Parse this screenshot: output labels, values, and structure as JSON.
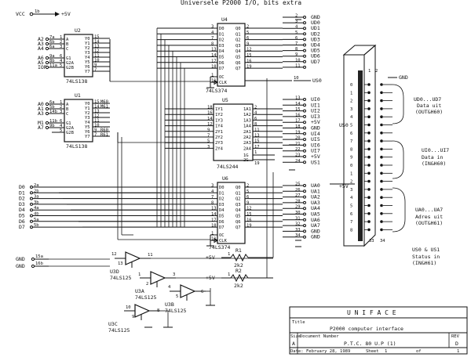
{
  "top_banner": "Universele P2000 I/O, bits extra",
  "power": {
    "vcc": "VCC",
    "pin": "1b",
    "plus5": "+5V"
  },
  "u2": {
    "name": "U2",
    "part": "74LS138",
    "left_pins": [
      {
        "sig": "A2",
        "pin": "7a",
        "in": "A"
      },
      {
        "sig": "A3",
        "pin": "6b",
        "in": "B"
      },
      {
        "sig": "A4",
        "pin": "6a",
        "in": "C"
      },
      {
        "sig": "A6",
        "pin": "9a",
        "in": "G1"
      },
      {
        "sig": "A5",
        "pin": "8b",
        "in": "G2A"
      },
      {
        "sig": "IOR",
        "pin": "11a",
        "in": "G2B"
      }
    ],
    "pin_nums": [
      "1",
      "2",
      "3",
      "6",
      "4",
      "5"
    ],
    "outputs": [
      "Y0",
      "Y1",
      "Y2",
      "Y3",
      "Y4",
      "Y5",
      "Y6",
      "Y7"
    ],
    "out_pins": [
      "15",
      "14",
      "13",
      "12",
      "11",
      "10",
      "9",
      "7"
    ]
  },
  "u1": {
    "name": "U1",
    "part": "74LS138",
    "left_pins": [
      {
        "sig": "A0",
        "pin": "6a",
        "in": "A"
      },
      {
        "sig": "A1",
        "pin": "5b",
        "in": "B"
      },
      {
        "sig": "A3",
        "pin": "14b",
        "in": "C"
      },
      {
        "sig": "M1",
        "pin": "11b",
        "in": "G1"
      },
      {
        "sig": "A7",
        "pin": "9b",
        "in": "G2A"
      },
      {
        "sig": "",
        "pin": "",
        "in": "G2B"
      }
    ],
    "pin_nums": [
      "1",
      "2",
      "3",
      "6",
      "4",
      "5"
    ],
    "outputs": [
      "Y0",
      "Y1",
      "Y2",
      "Y3",
      "Y4",
      "Y5",
      "Y6",
      "Y7"
    ],
    "out_pins": [
      "15",
      "14",
      "13",
      "12",
      "11",
      "10",
      "9",
      "7"
    ],
    "out_labels": [
      "M60",
      "M61",
      "",
      "",
      "",
      "",
      "R60",
      "R61"
    ]
  },
  "u4": {
    "name": "U4",
    "part": "74LS374",
    "inputs": [
      "D0",
      "D1",
      "D2",
      "D3",
      "D4",
      "D5",
      "D6",
      "D7"
    ],
    "outputs": [
      "Q0",
      "Q1",
      "Q2",
      "Q3",
      "Q4",
      "Q5",
      "Q6",
      "Q7"
    ],
    "in_pins": [
      "3",
      "4",
      "7",
      "8",
      "13",
      "14",
      "17",
      "18"
    ],
    "out_pins": [
      "2",
      "5",
      "6",
      "9",
      "12",
      "15",
      "16",
      "19"
    ],
    "ctrl": [
      "OC",
      "CLK"
    ],
    "ctrl_pins": [
      "1",
      "11"
    ],
    "conn_pins": [
      "2",
      "3",
      "4",
      "5",
      "6",
      "7",
      "8",
      "9",
      "10",
      "11"
    ],
    "signals": [
      "GND",
      "UD0",
      "UD1",
      "UD2",
      "UD3",
      "UD4",
      "UD5",
      "UD6",
      "UD7"
    ]
  },
  "u5": {
    "name": "U5",
    "part": "74LS244",
    "inputs": [
      "1Y1",
      "1Y2",
      "1Y3",
      "1Y4",
      "2Y1",
      "2Y2",
      "2Y3",
      "2Y4"
    ],
    "outputs": [
      "1A1",
      "1A2",
      "1A3",
      "1A4",
      "2A1",
      "2A2",
      "2A3",
      "2A4"
    ],
    "in_pins": [
      "18",
      "16",
      "14",
      "12",
      "9",
      "7",
      "5",
      "3"
    ],
    "out_pins": [
      "2",
      "4",
      "6",
      "8",
      "11",
      "13",
      "15",
      "17"
    ],
    "ctrl": [
      "1G",
      "2G"
    ],
    "ctrl_pins": [
      "1",
      "19"
    ],
    "conn_pins": [
      "13",
      "14",
      "15",
      "16",
      "17",
      "18",
      "19",
      "20",
      "21",
      "22",
      "23",
      "24"
    ],
    "signals": [
      "UI0",
      "UI1",
      "UI2",
      "UI3",
      "+5V",
      "GND",
      "UI4",
      "UI5",
      "UI6",
      "UI7",
      "+5V",
      "US1"
    ]
  },
  "u6": {
    "name": "U6",
    "part": "74LS374",
    "left_pins": [
      "2a",
      "2b",
      "3a",
      "3b",
      "4a",
      "4b",
      "5a",
      "5b"
    ],
    "left_sigs": [
      "D0",
      "D1",
      "D2",
      "D3",
      "D4",
      "D5",
      "D6",
      "D7"
    ],
    "inputs": [
      "D0",
      "D1",
      "D2",
      "D3",
      "D4",
      "D5",
      "D6",
      "D7"
    ],
    "outputs": [
      "Q0",
      "Q1",
      "Q2",
      "Q3",
      "Q4",
      "Q5",
      "Q6",
      "Q7"
    ],
    "in_pins": [
      "3",
      "4",
      "7",
      "8",
      "13",
      "14",
      "17",
      "18"
    ],
    "out_pins": [
      "2",
      "5",
      "6",
      "9",
      "12",
      "15",
      "16",
      "19"
    ],
    "ctrl": [
      "OC",
      "CLK"
    ],
    "ctrl_pins": [
      "1",
      "11"
    ],
    "conn_pins": [
      "25",
      "26",
      "27",
      "28",
      "29",
      "30",
      "31",
      "32",
      "33",
      "34"
    ],
    "signals": [
      "UA0",
      "UA1",
      "UA2",
      "UA3",
      "UA4",
      "UA5",
      "UA6",
      "UA7",
      "GND",
      "GND"
    ]
  },
  "misc_pins": {
    "us0": "10",
    "us0_label": "US0",
    "gnd": "GND",
    "p5v": "+5V"
  },
  "resistors": [
    {
      "name": "R1",
      "value": "2k2",
      "pin": "1",
      "vcc": "+5V"
    },
    {
      "name": "R2",
      "value": "2k2",
      "pin": "1",
      "vcc": "+5V"
    }
  ],
  "buffers": [
    {
      "name": "U3D",
      "part": "74LS125",
      "pins": [
        "12",
        "13",
        "11"
      ]
    },
    {
      "name": "U3A",
      "part": "74LS125",
      "pins": [
        "1",
        "2",
        "3"
      ]
    },
    {
      "name": "U3B",
      "part": "74LS125",
      "pins": [
        "4",
        "5",
        "6"
      ]
    },
    {
      "name": "U3C",
      "part": "74LS125",
      "pins": [
        "10",
        "9",
        "8"
      ]
    }
  ],
  "gnd_pins": [
    {
      "pin": "15a",
      "sig": "GND"
    },
    {
      "pin": "16b",
      "sig": "GND"
    }
  ],
  "connector": {
    "header_pins": [
      "1",
      "2"
    ],
    "rows": [
      "0",
      "1",
      "2",
      "3",
      "4",
      "5",
      "6",
      "7",
      "8",
      "9",
      "0",
      "1",
      "2",
      "3",
      "4",
      "5",
      "6",
      "7",
      "8"
    ],
    "bottom_pins": [
      "33",
      "34"
    ],
    "gnd_top": "GND",
    "p5v": "+5V",
    "us0": "US0",
    "notes": [
      {
        "title": "UD0...UD7",
        "sub1": "Data uit",
        "sub2": "(OUT&H60)"
      },
      {
        "title": "UI0...UI7",
        "sub1": "Data in",
        "sub2": "(IN&H60)"
      },
      {
        "title": "UA0...UA7",
        "sub1": "Adres uit",
        "sub2": "(OUT&H61)"
      },
      {
        "title": "US0 & US1",
        "sub1": "Status in",
        "sub2": "(IN&H61)"
      }
    ]
  },
  "title_block": {
    "company": "U N I F A C E",
    "title_label": "Title",
    "title": "P2000 computer interface",
    "size_label": "Size",
    "size": "A",
    "docnum_label": "Document Number",
    "docnum": "P.T.C. 80 U.P (1)",
    "rev_label": "REV",
    "rev": "D",
    "date_label": "Date:",
    "date": "February 28, 1989",
    "sheet_label": "Sheet",
    "sheet": "1",
    "of_label": "of",
    "of": "1"
  }
}
